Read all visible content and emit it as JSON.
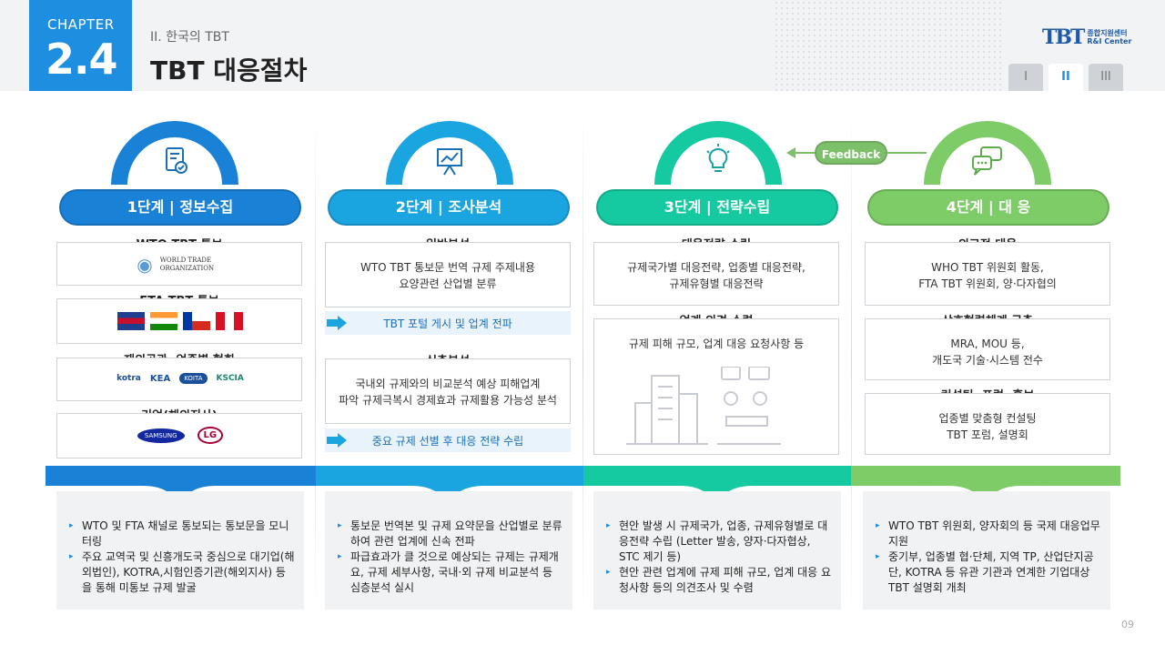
{
  "header": {
    "chapter_label": "CHAPTER",
    "chapter_number": "2.4",
    "subtitle": "II. 한국의 TBT",
    "title": "TBT 대응절차",
    "logo_mark": "TBT",
    "logo_line1": "종합지원센터",
    "logo_line2": "R&I Center",
    "nav_tabs": [
      "I",
      "II",
      "III"
    ],
    "active_tab": "II"
  },
  "feedback_label": "Feedback",
  "colors": {
    "stage1": "#1a82d6",
    "stage2": "#1aa4e0",
    "stage3": "#15c9a0",
    "stage4": "#7dcc67"
  },
  "stages": [
    {
      "label": "1단계 | 정보수집",
      "icon": "document-check-icon",
      "sections": [
        {
          "title": "WTO TBT 통보",
          "logos": [
            "WORLD TRADE ORGANIZATION"
          ]
        },
        {
          "title": "FTA TBT 통보",
          "logos": [
            "flag-icons"
          ]
        },
        {
          "title": "재외공관, 업종별 협회",
          "logos": [
            "kotra",
            "KEA",
            "KOITA",
            "KSCIA"
          ]
        },
        {
          "title": "기업(해외지사)",
          "logos": [
            "SAMSUNG",
            "LG"
          ]
        }
      ],
      "desc": [
        "WTO 및 FTA 채널로 통보되는 통보문을 모니터링",
        "주요 교역국 및 신흥개도국 중심으로 대기업(해외법인), KOTRA,시험인증기관(해외지사) 등을 통해 미통보 규제 발굴"
      ]
    },
    {
      "label": "2단계 | 조사분석",
      "icon": "presentation-chart-icon",
      "sections": [
        {
          "title": "일반분석",
          "text": [
            "WTO TBT 통보문 번역 규제 주제내용",
            "요양관련 산업별 분류"
          ]
        },
        {
          "title": "심층분석",
          "text": [
            "국내외 규제와의 비교분석 예상 피해업계",
            "파악 규제극복시 경제효과 규제활용 가능성 분석"
          ]
        }
      ],
      "arrows": [
        "TBT 포털 게시 및 업계 전파",
        "중요 규제 선별 후 대응 전략 수립"
      ],
      "desc": [
        "통보문 번역본 및 규제 요약문을 산업별로 분류하여 관련 업계에 신속 전파",
        "파급효과가 클 것으로 예상되는 규제는 규제개요, 규제 세부사항, 국내·외 규제 비교분석 등 심층분석 실시"
      ]
    },
    {
      "label": "3단계 | 전략수립",
      "icon": "lightbulb-icon",
      "sections": [
        {
          "title": "대응전략 수립",
          "text": [
            "규제국가별 대응전략, 업종별 대응전략,",
            "규제유형별 대응전략"
          ]
        },
        {
          "title": "업계 의견 수렴",
          "text": [
            "규제 피해 규모, 업계 대응 요청사항 등"
          ]
        }
      ],
      "desc": [
        "현안 발생 시 규제국가, 업종, 규제유형별로 대응전략 수립 (Letter 발송, 양자·다자협상, STC 제기 등)",
        "현안 관련 업계에  규제 피해 규모, 업계 대응 요청사항 등의 의견조사 및 수렴"
      ]
    },
    {
      "label": "4단계 | 대 응",
      "icon": "chat-bubbles-icon",
      "sections": [
        {
          "title": "외교적 대응",
          "text": [
            "WHO TBT 위원회 활동,",
            "FTA TBT 위원회, 양·다자협의"
          ]
        },
        {
          "title": "상호협력체계 구축",
          "text": [
            "MRA, MOU 등,",
            "개도국 기술·시스템 전수"
          ]
        },
        {
          "title": "컨설팅, 포럼, 홍보",
          "text": [
            "업종별 맞춤형 컨설팅",
            "TBT 포럼, 설명회"
          ]
        }
      ],
      "desc": [
        "WTO TBT 위원회, 양자회의 등 국제 대응업무 지원",
        "중기부, 업종별 협·단체, 지역 TP, 산업단지공단, KOTRA 등 유관 기관과 연계한 기업대상 TBT 설명회 개최"
      ]
    }
  ],
  "page_number": "09"
}
